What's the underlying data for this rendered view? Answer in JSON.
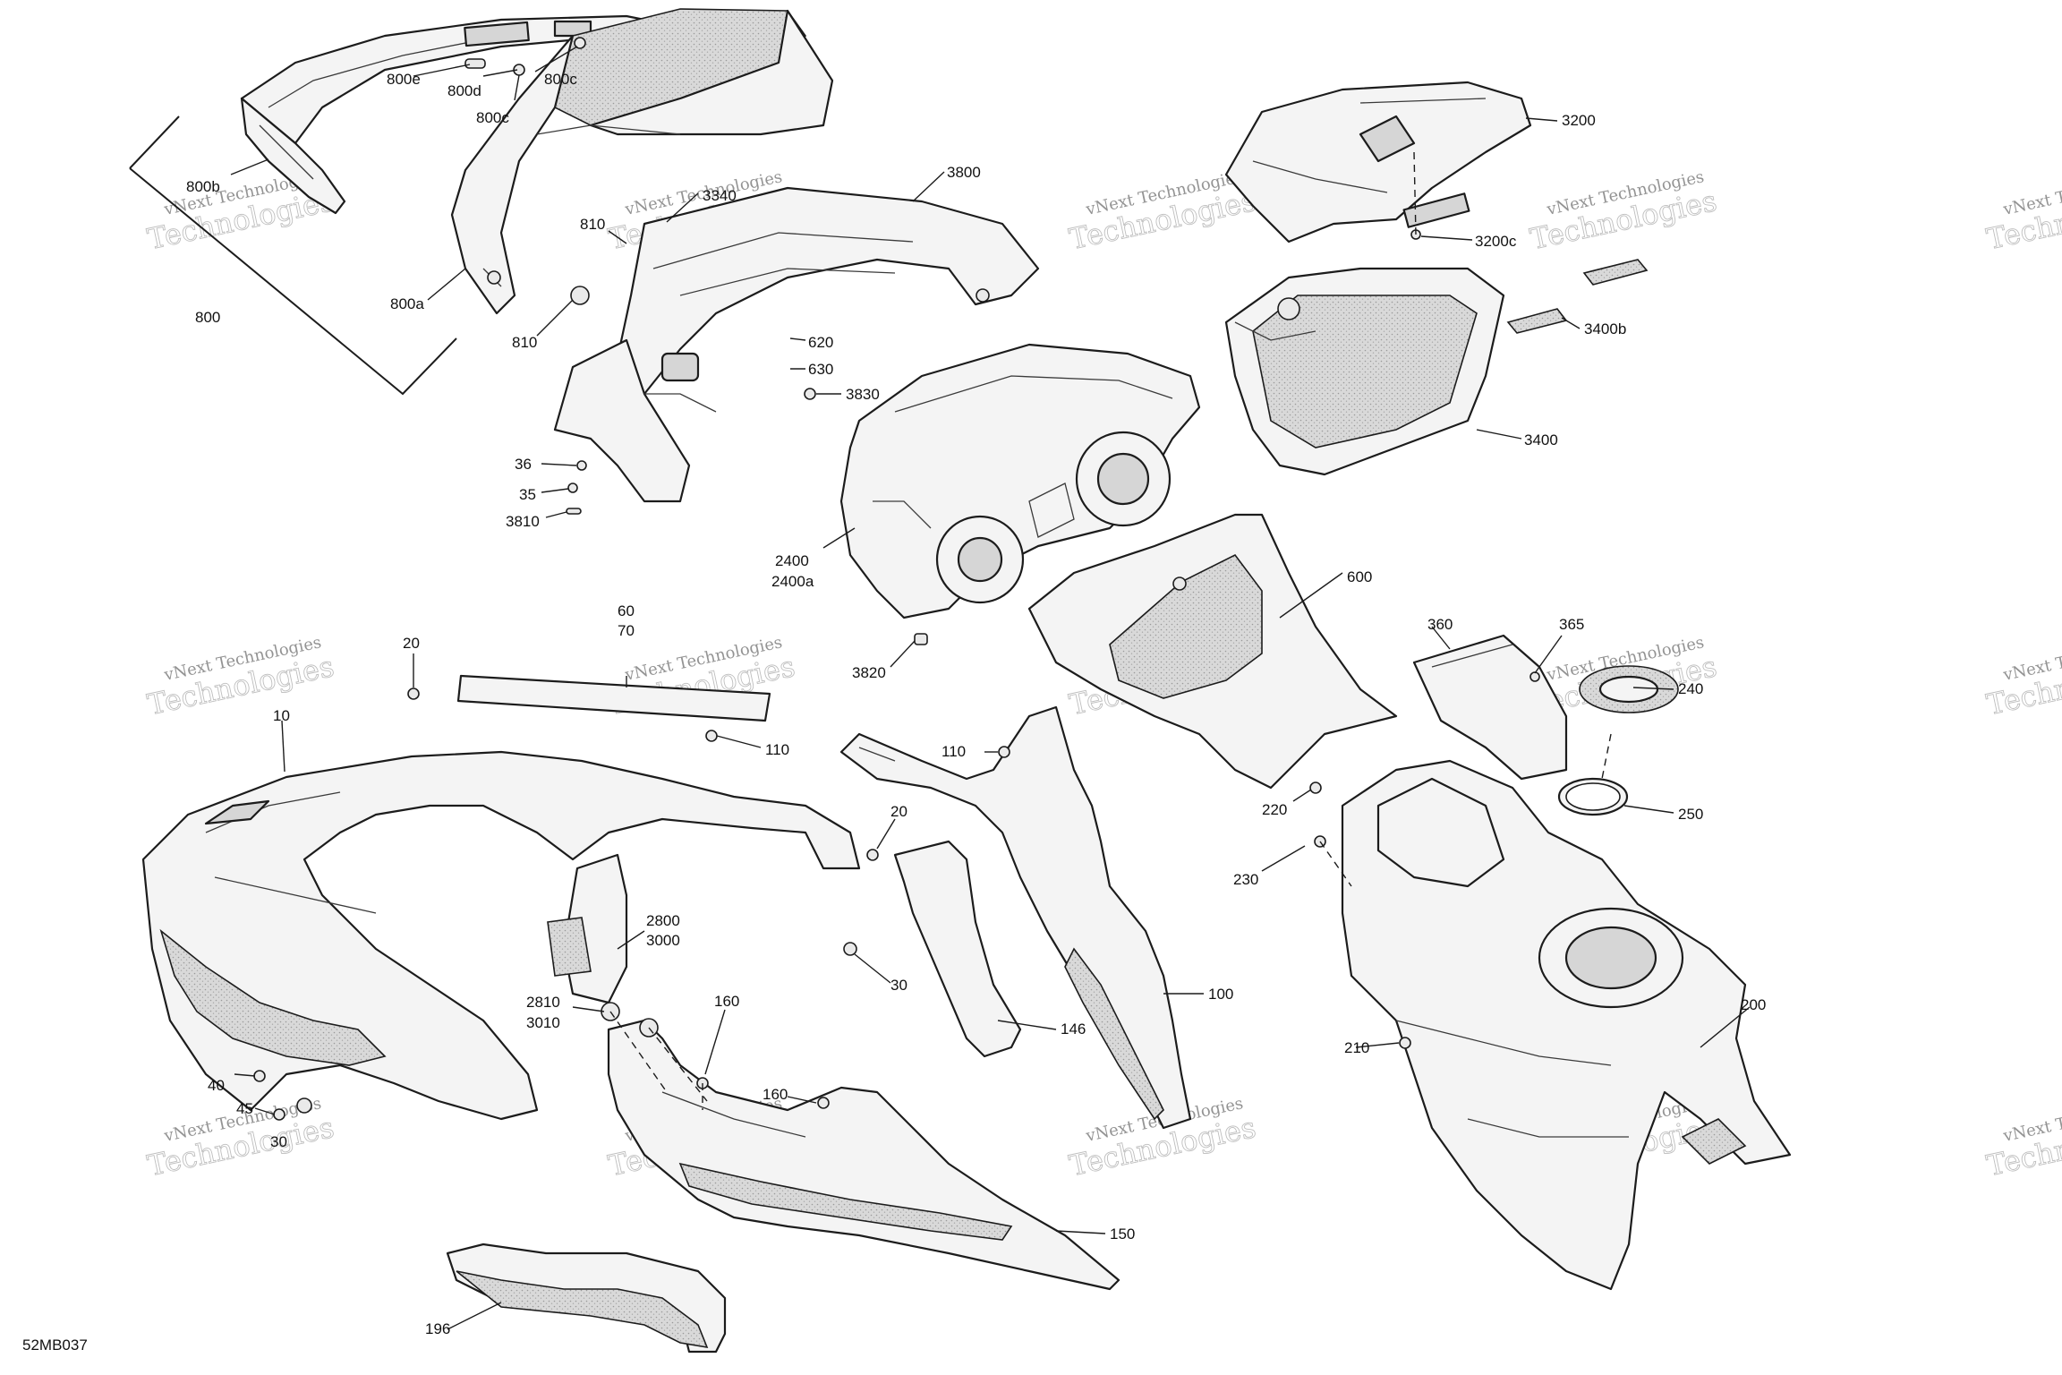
{
  "diagram": {
    "reference_code": "52MB037",
    "watermark": {
      "line1": "vNext Technologies",
      "line2": "Technologies"
    },
    "callouts": [
      {
        "id": "c800e",
        "text": "800e"
      },
      {
        "id": "c800d",
        "text": "800d"
      },
      {
        "id": "c800c1",
        "text": "800c"
      },
      {
        "id": "c800c2",
        "text": "800c"
      },
      {
        "id": "c800b",
        "text": "800b"
      },
      {
        "id": "c800a",
        "text": "800a"
      },
      {
        "id": "c800",
        "text": "800"
      },
      {
        "id": "c3340",
        "text": "3340"
      },
      {
        "id": "c3800",
        "text": "3800"
      },
      {
        "id": "c810a",
        "text": "810"
      },
      {
        "id": "c810b",
        "text": "810"
      },
      {
        "id": "c620",
        "text": "620"
      },
      {
        "id": "c630",
        "text": "630"
      },
      {
        "id": "c3830",
        "text": "3830"
      },
      {
        "id": "c36",
        "text": "36"
      },
      {
        "id": "c35",
        "text": "35"
      },
      {
        "id": "c3810",
        "text": "3810"
      },
      {
        "id": "c2400",
        "text": "2400"
      },
      {
        "id": "c2400a",
        "text": "2400a"
      },
      {
        "id": "c3820",
        "text": "3820"
      },
      {
        "id": "c3200",
        "text": "3200"
      },
      {
        "id": "c3200c",
        "text": "3200c"
      },
      {
        "id": "c3400b",
        "text": "3400b"
      },
      {
        "id": "c3400",
        "text": "3400"
      },
      {
        "id": "c600",
        "text": "600"
      },
      {
        "id": "c360",
        "text": "360"
      },
      {
        "id": "c365",
        "text": "365"
      },
      {
        "id": "c240",
        "text": "240"
      },
      {
        "id": "c250",
        "text": "250"
      },
      {
        "id": "c220",
        "text": "220"
      },
      {
        "id": "c230",
        "text": "230"
      },
      {
        "id": "c200",
        "text": "200"
      },
      {
        "id": "c210",
        "text": "210"
      },
      {
        "id": "c60",
        "text": "60"
      },
      {
        "id": "c70",
        "text": "70"
      },
      {
        "id": "c20a",
        "text": "20"
      },
      {
        "id": "c10",
        "text": "10"
      },
      {
        "id": "c110a",
        "text": "110"
      },
      {
        "id": "c110b",
        "text": "110"
      },
      {
        "id": "c20b",
        "text": "20"
      },
      {
        "id": "c2800",
        "text": "2800"
      },
      {
        "id": "c3000",
        "text": "3000"
      },
      {
        "id": "c30a",
        "text": "30"
      },
      {
        "id": "c2810",
        "text": "2810"
      },
      {
        "id": "c3010",
        "text": "3010"
      },
      {
        "id": "c160a",
        "text": "160"
      },
      {
        "id": "c160b",
        "text": "160"
      },
      {
        "id": "c146",
        "text": "146"
      },
      {
        "id": "c100",
        "text": "100"
      },
      {
        "id": "c40",
        "text": "40"
      },
      {
        "id": "c45",
        "text": "45"
      },
      {
        "id": "c30b",
        "text": "30"
      },
      {
        "id": "c150",
        "text": "150"
      },
      {
        "id": "c196",
        "text": "196"
      }
    ]
  }
}
